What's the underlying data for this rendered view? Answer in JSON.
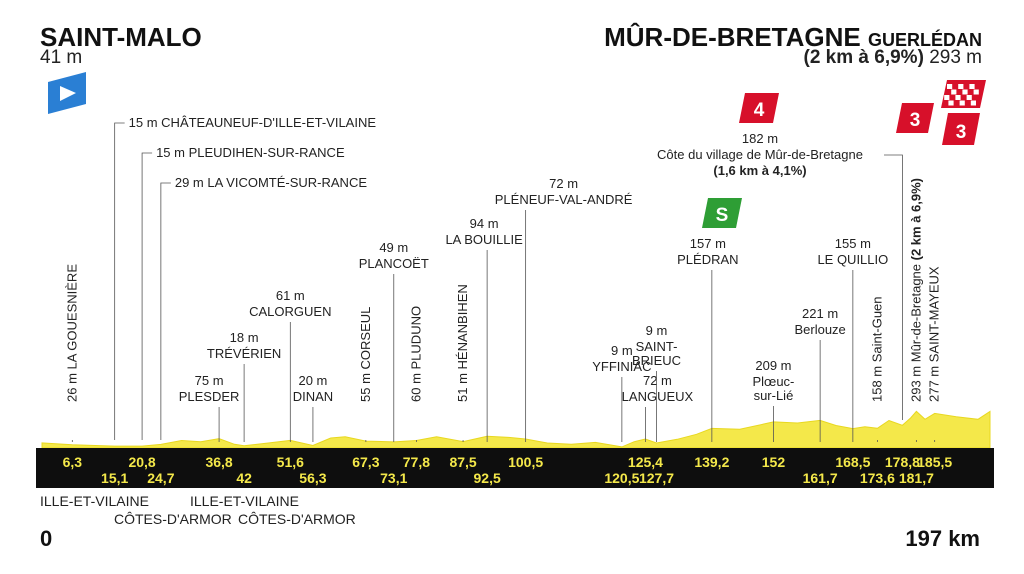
{
  "stage": {
    "start_name": "SAINT-MALO",
    "start_altitude": "41 m",
    "finish_name": "MÛR-DE-BRETAGNE",
    "finish_sub": "GUERLÉDAN",
    "finish_climb": "(2 km à 6,9%)",
    "finish_altitude": "293 m",
    "km_start": "0",
    "km_total": "197 km"
  },
  "regions": [
    {
      "label": "ILLE-ET-VILAINE"
    },
    {
      "label": "CÔTES-D'ARMOR"
    },
    {
      "label": "ILLE-ET-VILAINE"
    },
    {
      "label": "CÔTES-D'ARMOR"
    }
  ],
  "colors": {
    "profile_fill": "#f4e84a",
    "profile_edge": "#e8d820",
    "band": "#0e0e0e",
    "band_text": "#f4e84a",
    "cat4": "#d7102a",
    "cat3": "#d7102a",
    "sprint": "#2e9e35",
    "start_flag": "#2a7fd4"
  },
  "chart_data": {
    "type": "area",
    "title": "",
    "xlabel": "",
    "ylabel": "",
    "xlim": [
      0,
      197
    ],
    "profile": {
      "x": [
        0,
        6.3,
        15.1,
        20.8,
        24.7,
        29,
        33,
        36.8,
        40,
        42,
        47,
        51.6,
        56.3,
        60,
        63,
        67.3,
        73.1,
        77.8,
        82,
        87.5,
        92.5,
        97,
        100.5,
        105,
        110,
        115,
        120.5,
        123,
        125.4,
        127.7,
        132,
        136,
        139.2,
        145,
        152,
        157,
        161.7,
        165,
        168.5,
        171,
        173.6,
        176,
        178.8,
        180.5,
        181.7,
        183.5,
        185.5,
        190,
        194.5,
        197
      ],
      "y": [
        41,
        26,
        15,
        15,
        29,
        60,
        50,
        75,
        30,
        18,
        40,
        61,
        20,
        80,
        90,
        55,
        49,
        60,
        90,
        51,
        94,
        85,
        72,
        40,
        30,
        45,
        9,
        50,
        72,
        40,
        70,
        110,
        157,
        150,
        209,
        200,
        221,
        180,
        155,
        170,
        158,
        220,
        182,
        240,
        293,
        230,
        277,
        250,
        230,
        293
      ]
    },
    "distance_ticks": [
      {
        "km": 6.3,
        "label": "6,3",
        "row": 0
      },
      {
        "km": 15.1,
        "label": "15,1",
        "row": 1
      },
      {
        "km": 20.8,
        "label": "20,8",
        "row": 0
      },
      {
        "km": 24.7,
        "label": "24,7",
        "row": 1
      },
      {
        "km": 36.8,
        "label": "36,8",
        "row": 0
      },
      {
        "km": 42,
        "label": "42",
        "row": 1
      },
      {
        "km": 51.6,
        "label": "51,6",
        "row": 0
      },
      {
        "km": 56.3,
        "label": "56,3",
        "row": 1
      },
      {
        "km": 67.3,
        "label": "67,3",
        "row": 0
      },
      {
        "km": 73.1,
        "label": "73,1",
        "row": 1
      },
      {
        "km": 77.8,
        "label": "77,8",
        "row": 0
      },
      {
        "km": 87.5,
        "label": "87,5",
        "row": 0
      },
      {
        "km": 92.5,
        "label": "92,5",
        "row": 1
      },
      {
        "km": 100.5,
        "label": "100,5",
        "row": 0
      },
      {
        "km": 120.5,
        "label": "120,5",
        "row": 1
      },
      {
        "km": 125.4,
        "label": "125,4",
        "row": 0
      },
      {
        "km": 127.7,
        "label": "127,7",
        "row": 1
      },
      {
        "km": 139.2,
        "label": "139,2",
        "row": 0
      },
      {
        "km": 152,
        "label": "152",
        "row": 0
      },
      {
        "km": 161.7,
        "label": "161,7",
        "row": 1
      },
      {
        "km": 168.5,
        "label": "168,5",
        "row": 0
      },
      {
        "km": 173.6,
        "label": "173,6",
        "row": 1
      },
      {
        "km": 178.8,
        "label": "178,8",
        "row": 0
      },
      {
        "km": 181.7,
        "label": "181,7",
        "row": 1
      },
      {
        "km": 185.5,
        "label": "185,5",
        "row": 0
      }
    ],
    "vertical_places": [
      {
        "km": 6.3,
        "label": "26 m LA GOUESNIÈRE"
      },
      {
        "km": 67.3,
        "label": "55 m CORSEUL"
      },
      {
        "km": 77.8,
        "label": "60 m PLUDUNO"
      },
      {
        "km": 87.5,
        "label": "51 m HÉNANBIHEN"
      },
      {
        "km": 173.6,
        "label": "158 m Saint-Guen"
      },
      {
        "km": 181.7,
        "label": "293 m Mûr-de-Bretagne",
        "bold_suffix": "(2 km à 6,9%)"
      },
      {
        "km": 185.5,
        "label": "277 m SAINT-MAYEUX"
      }
    ],
    "callouts_left": [
      {
        "km": 15.1,
        "text": "15 m CHÂTEAUNEUF-D'ILLE-ET-VILAINE"
      },
      {
        "km": 20.8,
        "text": "15 m PLEUDIHEN-SUR-RANCE"
      },
      {
        "km": 24.7,
        "text": "29 m LA VICOMTÉ-SUR-RANCE"
      }
    ],
    "places": [
      {
        "km": 36.8,
        "alt": "75 m",
        "name": "PLESDER"
      },
      {
        "km": 42,
        "alt": "18 m",
        "name": "TRÉVÉRIEN"
      },
      {
        "km": 51.6,
        "alt": "61 m",
        "name": "CALORGUEN"
      },
      {
        "km": 56.3,
        "alt": "20 m",
        "name": "DINAN"
      },
      {
        "km": 73.1,
        "alt": "49 m",
        "name": "PLANCOËT"
      },
      {
        "km": 92.5,
        "alt": "94 m",
        "name": "LA BOUILLIE"
      },
      {
        "km": 100.5,
        "alt": "72 m",
        "name": "PLÉNEUF-VAL-ANDRÉ"
      },
      {
        "km": 120.5,
        "alt": "9 m",
        "name": "YFFINIAC"
      },
      {
        "km": 125.4,
        "alt": "72 m",
        "name": "LANGUEUX"
      },
      {
        "km": 127.7,
        "alt": "9 m",
        "name": "SAINT-",
        "name2": "BRIEUC"
      },
      {
        "km": 139.2,
        "alt": "157 m",
        "name": "PLÉDRAN"
      },
      {
        "km": 152,
        "alt": "209 m",
        "name": "Plœuc-",
        "name2": "sur-Lié"
      },
      {
        "km": 161.7,
        "alt": "221 m",
        "name": "Berlouze"
      },
      {
        "km": 168.5,
        "alt": "155 m",
        "name": "LE QUILLIO"
      }
    ],
    "climb_callout": {
      "km": 178.8,
      "alt": "182 m",
      "name": "Côte du village de Mûr-de-Bretagne",
      "detail": "(1,6 km à 4,1%)"
    },
    "badges": [
      {
        "kind": "cat",
        "label": "4"
      },
      {
        "kind": "sprint",
        "label": "S"
      },
      {
        "kind": "cat",
        "label": "3"
      },
      {
        "kind": "cat",
        "label": "3"
      },
      {
        "kind": "finish",
        "label": ""
      },
      {
        "kind": "start",
        "label": ""
      }
    ]
  }
}
